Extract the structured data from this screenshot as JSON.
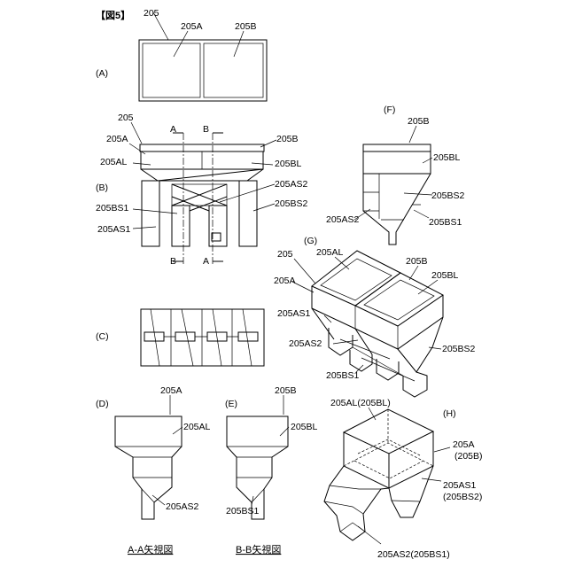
{
  "figure_title": "【図5】",
  "panels": {
    "A": "(A)",
    "B": "(B)",
    "C": "(C)",
    "D": "(D)",
    "E": "(E)",
    "F": "(F)",
    "G": "(G)",
    "H": "(H)"
  },
  "labels": {
    "a_205": "205",
    "a_205A": "205A",
    "a_205B": "205B",
    "b_205": "205",
    "b_205A": "205A",
    "b_205AL": "205AL",
    "b_205BS1": "205BS1",
    "b_205AS1": "205AS1",
    "b_205B": "205B",
    "b_205BL": "205BL",
    "b_205AS2": "205AS2",
    "b_205BS2": "205BS2",
    "b_A_top": "A",
    "b_B_top": "B",
    "b_B_bot": "B",
    "b_A_bot": "A",
    "d_205A": "205A",
    "d_205AL": "205AL",
    "d_205AS2": "205AS2",
    "e_205B": "205B",
    "e_205BL": "205BL",
    "e_205BS1": "205BS1",
    "f_205B": "205B",
    "f_205BL": "205BL",
    "f_205BS2": "205BS2",
    "f_205AS2": "205AS2",
    "f_205BS1": "205BS1",
    "g_205": "205",
    "g_205AL": "205AL",
    "g_205A": "205A",
    "g_205B": "205B",
    "g_205BL": "205BL",
    "g_205AS1": "205AS1",
    "g_205AS2": "205AS2",
    "g_205BS1": "205BS1",
    "g_205BS2": "205BS2",
    "h_205AL": "205AL(205BL)",
    "h_205A": "205A",
    "h_205B": "(205B)",
    "h_205AS1": "205AS1",
    "h_205BS2": "(205BS2)",
    "h_205AS2": "205AS2(205BS1)"
  },
  "captions": {
    "d": "A-A矢視図",
    "e": "B-B矢視図"
  }
}
